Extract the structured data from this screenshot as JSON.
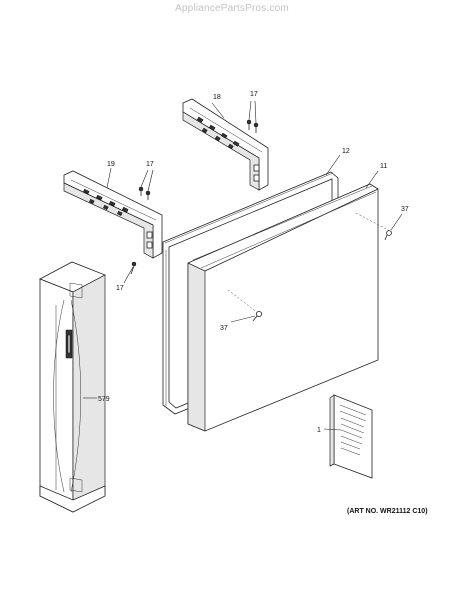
{
  "watermark": "AppliancePartsPros.com",
  "callouts": {
    "c18": "18",
    "c17a": "17",
    "c12": "12",
    "c11": "11",
    "c19": "19",
    "c17b": "17",
    "c37a": "37",
    "c17c": "17",
    "c37b": "37",
    "c579": "579",
    "c1": "1"
  },
  "art_number": "(ART NO. WR21112 C10)"
}
